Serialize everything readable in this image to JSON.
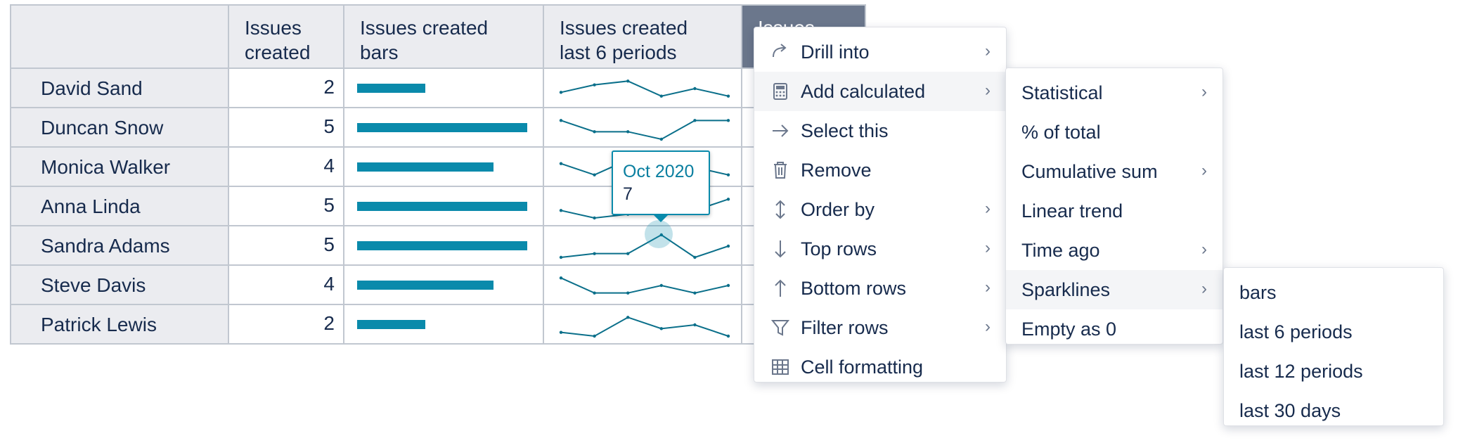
{
  "table": {
    "columns": [
      "",
      "Issues\ncreated",
      "Issues created\nbars",
      "Issues created\nlast 6 periods",
      "Issues"
    ],
    "rows": [
      {
        "name": "David Sand",
        "value": "2",
        "bar_fraction": 0.4,
        "sparkline": [
          3,
          5,
          6,
          2,
          4,
          2
        ]
      },
      {
        "name": "Duncan Snow",
        "value": "5",
        "bar_fraction": 1.0,
        "sparkline": [
          6,
          3,
          3,
          1,
          6,
          6
        ]
      },
      {
        "name": "Monica Walker",
        "value": "4",
        "bar_fraction": 0.8,
        "sparkline": [
          5,
          2,
          6,
          5,
          4,
          2
        ]
      },
      {
        "name": "Anna Linda",
        "value": "5",
        "bar_fraction": 1.0,
        "sparkline": [
          3,
          1,
          2,
          2,
          3,
          6
        ]
      },
      {
        "name": "Sandra Adams",
        "value": "5",
        "bar_fraction": 1.0,
        "sparkline": [
          1,
          2,
          2,
          7,
          1,
          4
        ]
      },
      {
        "name": "Steve Davis",
        "value": "4",
        "bar_fraction": 0.8,
        "sparkline": [
          6,
          2,
          2,
          4,
          2,
          4
        ]
      },
      {
        "name": "Patrick Lewis",
        "value": "2",
        "bar_fraction": 0.4,
        "sparkline": [
          2,
          1,
          6,
          3,
          4,
          1
        ]
      }
    ]
  },
  "tooltip": {
    "title": "Oct 2020",
    "value": "7"
  },
  "menu_main": [
    {
      "label": "Drill into",
      "icon": "drill-icon",
      "submenu": true
    },
    {
      "label": "Add calculated",
      "icon": "calculator-icon",
      "submenu": true,
      "active": true
    },
    {
      "label": "Select this",
      "icon": "arrow-right-icon",
      "submenu": false
    },
    {
      "label": "Remove",
      "icon": "trash-icon",
      "submenu": false
    },
    {
      "label": "Order by",
      "icon": "sort-icon",
      "submenu": true
    },
    {
      "label": "Top rows",
      "icon": "arrow-down-icon",
      "submenu": true
    },
    {
      "label": "Bottom rows",
      "icon": "arrow-up-icon",
      "submenu": true
    },
    {
      "label": "Filter rows",
      "icon": "filter-icon",
      "submenu": true
    },
    {
      "label": "Cell formatting",
      "icon": "grid-icon",
      "submenu": false
    }
  ],
  "menu_calculated": [
    {
      "label": "Statistical",
      "submenu": true
    },
    {
      "label": "% of total",
      "submenu": false
    },
    {
      "label": "Cumulative sum",
      "submenu": true
    },
    {
      "label": "Linear trend",
      "submenu": false
    },
    {
      "label": "Time ago",
      "submenu": true
    },
    {
      "label": "Sparklines",
      "submenu": true,
      "active": true
    },
    {
      "label": "Empty as 0",
      "submenu": false
    }
  ],
  "menu_sparklines": [
    {
      "label": "bars"
    },
    {
      "label": "last 6 periods"
    },
    {
      "label": "last 12 periods"
    },
    {
      "label": "last 30 days"
    }
  ],
  "colors": {
    "accent": "#0a8aab",
    "header_bg": "#ebecf0",
    "dark_header": "#6b778c"
  }
}
